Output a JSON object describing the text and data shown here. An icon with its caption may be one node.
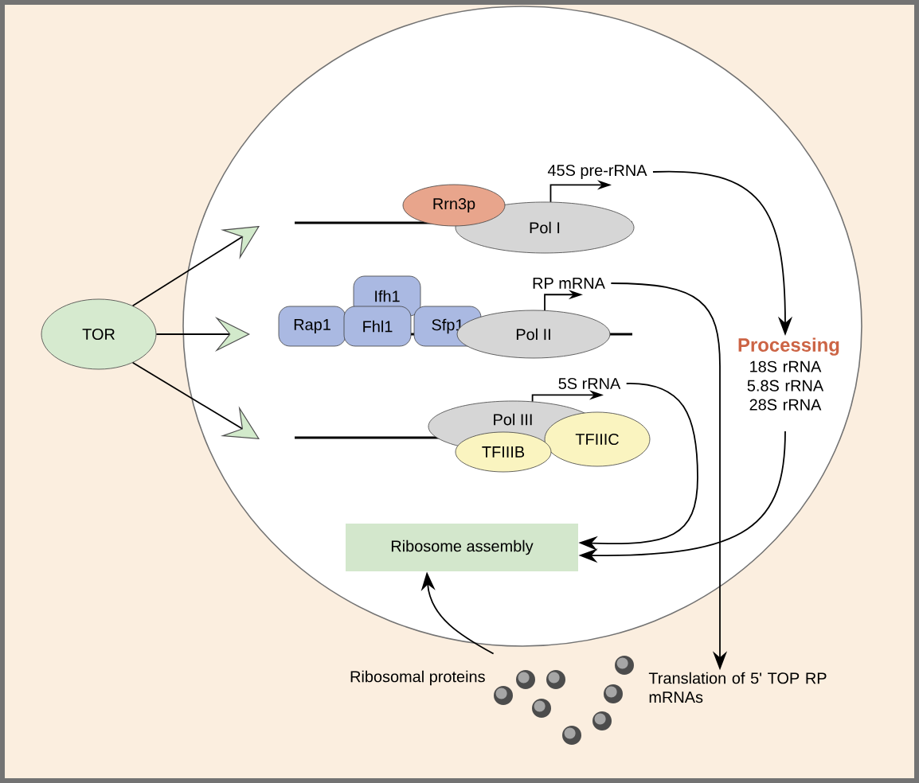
{
  "diagram": {
    "nodes": [
      {
        "text": [
          "TOR"
        ]
      },
      {
        "text": [
          "Rrn3p"
        ]
      },
      {
        "text": [
          "Pol I"
        ]
      },
      {
        "text": [
          "Rap1"
        ]
      },
      {
        "text": [
          "Ifh1"
        ]
      },
      {
        "text": [
          "Fhl1"
        ]
      },
      {
        "text": [
          "Sfp1"
        ]
      },
      {
        "text": [
          "Pol II"
        ]
      },
      {
        "text": [
          "Pol III"
        ]
      },
      {
        "text": [
          "TFIIIB"
        ]
      },
      {
        "text": [
          "TFIIIC"
        ]
      },
      {
        "text": [
          "45S pre-rRNA"
        ]
      },
      {
        "text": [
          "RP mRNA"
        ]
      },
      {
        "text": [
          "5S rRNA"
        ]
      },
      {
        "text": [
          "Processing",
          "18S rRNA 5.8S rRNA 28S rRNA"
        ]
      },
      {
        "text": [
          "Ribosome assembly"
        ]
      },
      {
        "text": [
          "Translation of 5' TOP RP mRNAs"
        ]
      },
      {
        "text": [],
        "shape": "circle",
        "beside": [
          "Ribosomal proteins"
        ]
      }
    ],
    "edges": [
      {
        "from": 0,
        "to": null,
        "arrow": "to"
      },
      {
        "from": 0,
        "to": null,
        "arrow": "to"
      },
      {
        "from": 0,
        "to": null,
        "arrow": "to"
      },
      {
        "from": 11,
        "to": 14,
        "arrow": "to"
      },
      {
        "from": 12,
        "to": 16,
        "arrow": "to"
      },
      {
        "from": 13,
        "to": 15,
        "arrow": "to"
      },
      {
        "from": 14,
        "to": 15,
        "arrow": "to"
      },
      {
        "from": 17,
        "to": 15,
        "arrow": "to"
      },
      {
        "from": 2,
        "to": 11,
        "arrow": "to"
      },
      {
        "from": 7,
        "to": 12,
        "arrow": "to"
      },
      {
        "from": 8,
        "to": 13,
        "arrow": "to"
      }
    ]
  }
}
